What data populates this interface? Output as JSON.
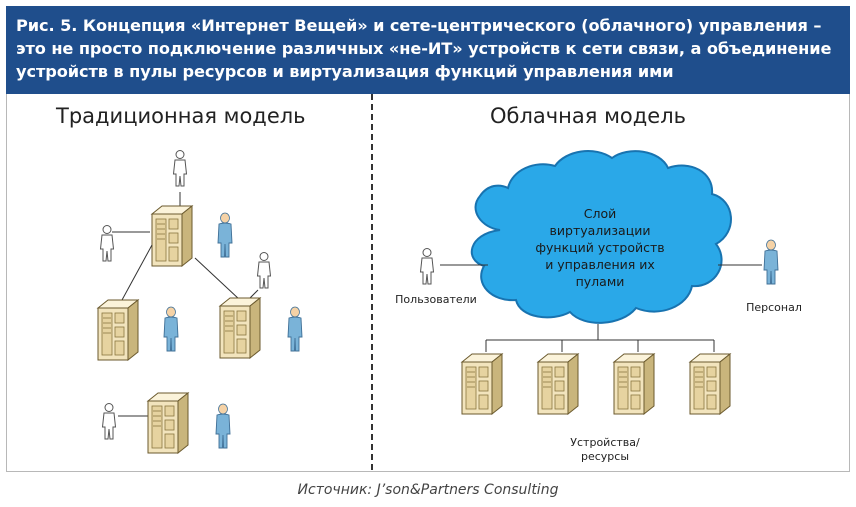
{
  "header": {
    "lines": [
      "Рис. 5. Концепция «Интернет Вещей» и сете-центрического (облачного) управления –",
      "это не просто подключение различных «не-ИТ» устройств к сети связи, а объединение",
      "устройств в пулы ресурсов и виртуализация функций управления ими"
    ]
  },
  "left": {
    "title": "Традиционная модель"
  },
  "right": {
    "title": "Облачная модель",
    "cloud_lines": [
      "Слой",
      "виртуализации",
      "функций устройств",
      "и управления их",
      "пулами"
    ],
    "users_label": "Пользователи",
    "staff_label": "Персонал",
    "devices_label_lines": [
      "Устройства/",
      "ресурсы"
    ]
  },
  "source": "Источник: J’son&Partners Consulting",
  "colors": {
    "header_bg": "#1f4e8c",
    "cloud_fill": "#2aa8e8",
    "server_fill": "#f2e4bd",
    "staff_fill": "#7ab3d8"
  },
  "icons": [
    "user-outline-icon",
    "staff-person-icon",
    "server-icon",
    "cloud-icon"
  ]
}
